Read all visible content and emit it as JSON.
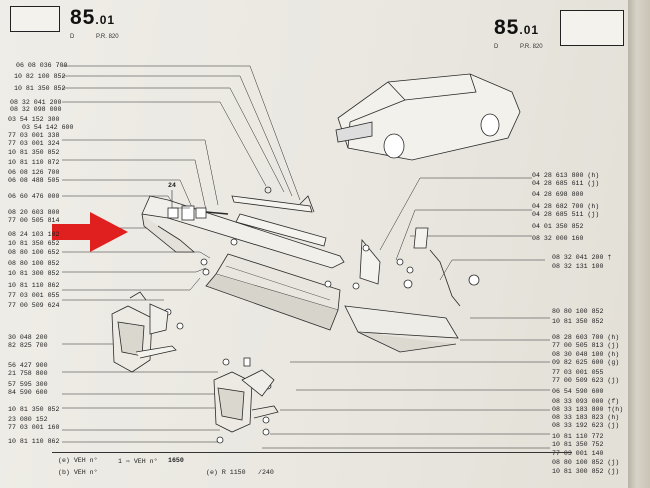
{
  "header": {
    "left": {
      "num": "85",
      "sub": ".01",
      "codes": [
        "D",
        "P.R. 820"
      ]
    },
    "right": {
      "num": "85",
      "sub": ".01",
      "codes": [
        "D",
        "P.R. 820"
      ]
    }
  },
  "labels_left": [
    "06 08 036 700",
    "10 82 100 852",
    "10 81 350 852",
    "08 32 041 200",
    "08 32 098 000",
    "03 54 152 300",
    "03 54 142 600",
    "77 03 001 338",
    "77 03 001 324",
    "10 81 350 852",
    "10 81 110 872",
    "06 08 126 700",
    "06 08 488 505",
    "06 60 476 000",
    "08 20 603 800",
    "77 00 505 814",
    "08 24 103 102",
    "10 81 350 652",
    "08 80 100 652",
    "08 80 100 852",
    "10 81 300 852",
    "10 81 110 862",
    "77 03 001 055",
    "77 00 509 624",
    "30 048 200",
    "82 825 700",
    "56 427 900",
    "21 758 800",
    "57 595 300",
    "84 590 600",
    "10 81 350 852",
    "23 080 152",
    "77 03 001 160",
    "10 81 110 862"
  ],
  "labels_right_top": [
    "04 28 613 800 (h)",
    "04 28 685 611 (j)",
    "04 28 698 800",
    "04 28 682 700 (h)",
    "04 28 685 511 (j)",
    "04 01 350 852",
    "08 32 000 160"
  ],
  "labels_right_mid": [
    "08 32 041 200 †",
    "08 32 131 100"
  ],
  "labels_right_low": [
    "80 80 100 852",
    "10 81 350 852",
    "08 28 603 700 (h)",
    "77 00 505 813 (j)",
    "08 30 048 100 (h)",
    "09 82 625 600 (g)",
    "77 03 001 055",
    "77 00 509 623 (j)",
    "06 54 590 600",
    "08 33 093 000 (f)",
    "08 33 183 800 †(h)",
    "08 33 183 823 (h)",
    "08 33 192 623 (j)",
    "10 81 110 772",
    "10 81 350 752",
    "77 03 001 140",
    "08 80 100 852 (j)",
    "10 81 300 852 (j)"
  ],
  "callout": "24",
  "footer": {
    "row1_a": "(e) VEH n°",
    "row1_b": "1 ⇨ VEH n°",
    "row1_c": "1650",
    "row2_a": "(b) VEH n°",
    "row2_b": "(e) R 1150",
    "row2_c": "/240"
  },
  "colors": {
    "arrow": "#e0201e",
    "ink": "#2a2a2a",
    "paper": "#edebe4"
  }
}
